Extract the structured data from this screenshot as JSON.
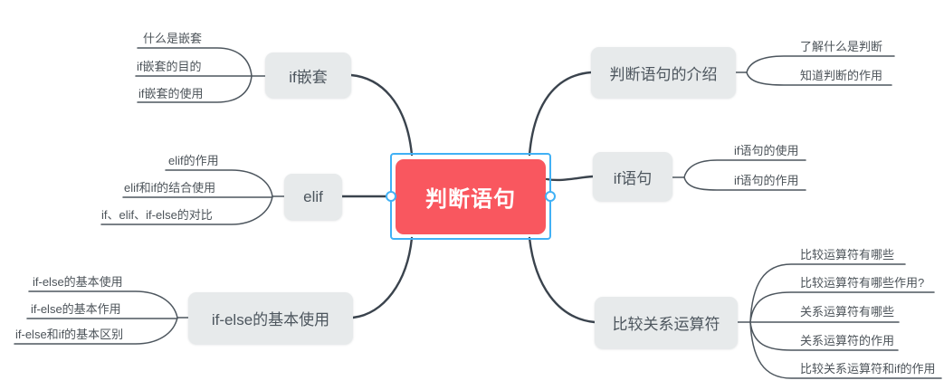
{
  "root": {
    "label": "判断语句"
  },
  "left_branches": [
    {
      "label": "if嵌套",
      "children": [
        "什么是嵌套",
        "if嵌套的目的",
        "if嵌套的使用"
      ]
    },
    {
      "label": "elif",
      "children": [
        "elif的作用",
        "elif和if的结合使用",
        "if、elif、if-else的对比"
      ]
    },
    {
      "label": "if-else的基本使用",
      "children": [
        "if-else的基本使用",
        "if-else的基本作用",
        "if-else和if的基本区别"
      ]
    }
  ],
  "right_branches": [
    {
      "label": "判断语句的介绍",
      "children": [
        "了解什么是判断",
        "知道判断的作用"
      ]
    },
    {
      "label": "if语句",
      "children": [
        "if语句的使用",
        "if语句的作用"
      ]
    },
    {
      "label": "比较关系运算符",
      "children": [
        "比较运算符有哪些",
        "比较运算符有哪些作用?",
        "关系运算符有哪些",
        "关系运算符的作用",
        "比较关系运算符和if的作用"
      ]
    }
  ],
  "colors": {
    "root_fill": "#f9575f",
    "root_text": "#ffffff",
    "selection": "#41b1f5",
    "node_fill": "#e7eaeb",
    "node_text": "#4d565e",
    "line": "#3a434d",
    "subline": "#4d565e",
    "subtext": "#4c5359",
    "canvas": "#ffffff"
  }
}
